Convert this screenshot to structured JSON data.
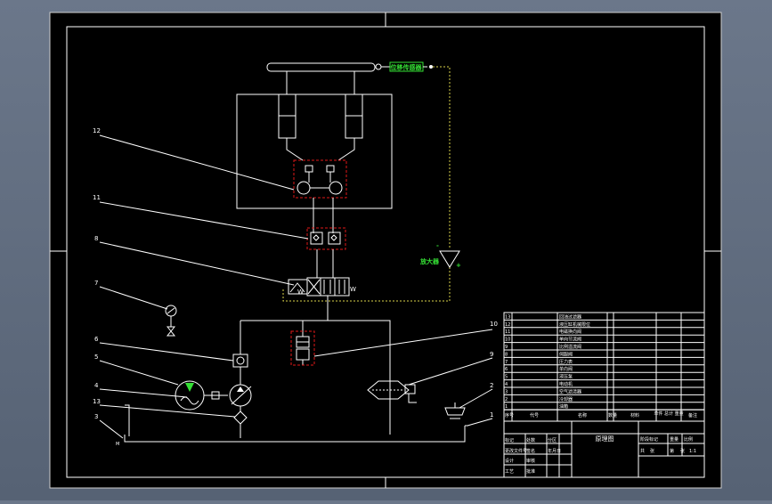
{
  "callouts": [
    "12",
    "11",
    "8",
    "7",
    "6",
    "5",
    "4",
    "13",
    "3",
    "10",
    "9",
    "2",
    "1"
  ],
  "sensor_label": "位移传感器",
  "amplifier_label": "放大器",
  "amp_minus": "-",
  "amp_plus": "+",
  "valve_w_left": "W",
  "valve_w_right": "W",
  "pump_sign": "M",
  "parts_rows": [
    {
      "no": "13",
      "name": "回油过滤器"
    },
    {
      "no": "12",
      "name": "液压缸机械限位"
    },
    {
      "no": "11",
      "name": "电磁换向阀"
    },
    {
      "no": "10",
      "name": "单向节流阀"
    },
    {
      "no": "9",
      "name": "比例溢流阀"
    },
    {
      "no": "8",
      "name": "伺服阀"
    },
    {
      "no": "7",
      "name": "压力表"
    },
    {
      "no": "6",
      "name": "单向阀"
    },
    {
      "no": "5",
      "name": "液压泵"
    },
    {
      "no": "4",
      "name": "电动机"
    },
    {
      "no": "3",
      "name": "空气滤清器"
    },
    {
      "no": "2",
      "name": "冷却器"
    },
    {
      "no": "1",
      "name": "油箱"
    }
  ],
  "parts_header": {
    "no": "序号",
    "code": "代号",
    "name": "名称",
    "qty": "数量",
    "material": "材料",
    "weight": "单件 总计 重量",
    "remark": "备注"
  },
  "title_block": {
    "drawing_title": "原理图",
    "scale": "1:1",
    "cells": [
      "标记",
      "处数",
      "分区",
      "更改文件号",
      "签名",
      "年月日",
      "设计",
      "审核",
      "工艺",
      "批准",
      "阶段标记",
      "重量",
      "比例",
      "共",
      "张",
      "第",
      "张"
    ]
  }
}
